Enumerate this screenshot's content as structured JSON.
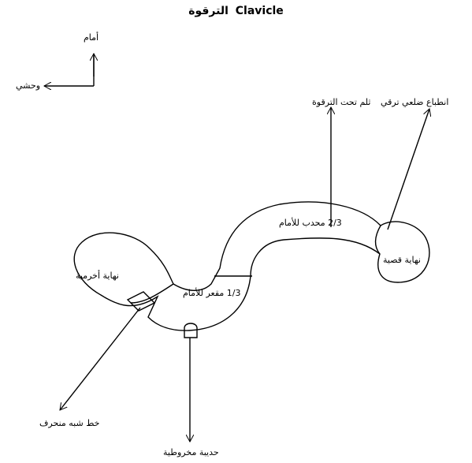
{
  "title": {
    "arabic": "الترقوة",
    "english": "Clavicle"
  },
  "orientation": {
    "anterior": "أمام",
    "medial": "وحشي"
  },
  "labels": {
    "acromial_end": "نهاية أخرمية",
    "sternal_end": "نهاية قصية",
    "lateral_third": "1/3 مقعر للأمام",
    "medial_two_thirds": "2/3 محدب للأمام",
    "subclavian_groove": "ثلم تحت الترقوة",
    "costoclavicular_impression": "انطباع ضلعي ترقي",
    "trapezoid_line": "خط شبه منحرف",
    "conoid_tubercle": "حديبة مخروطية"
  },
  "colors": {
    "stroke": "#000000",
    "background": "#ffffff"
  }
}
